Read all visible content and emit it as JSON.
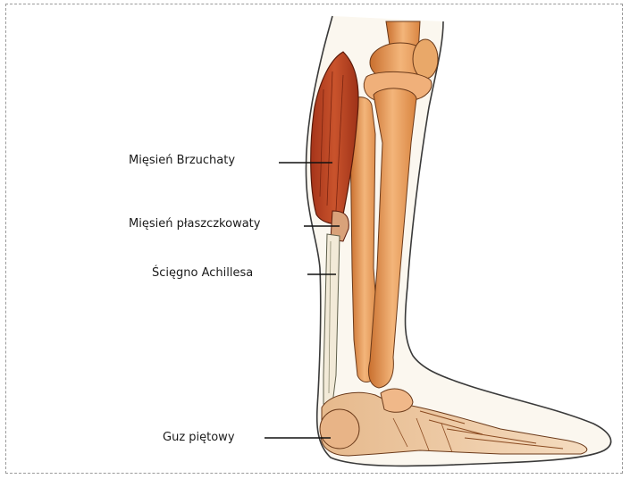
{
  "diagram": {
    "labels": [
      {
        "id": "gastrocnemius",
        "text": "Mięsień Brzuchaty"
      },
      {
        "id": "soleus",
        "text": "Mięsień płaszczkowaty"
      },
      {
        "id": "achilles",
        "text": "Ścięgno Achillesa"
      },
      {
        "id": "calcaneus",
        "text": "Guz piętowy"
      }
    ]
  }
}
